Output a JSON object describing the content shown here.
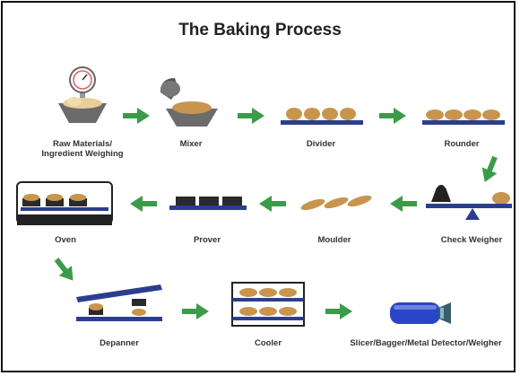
{
  "title": "The Baking Process",
  "steps": [
    {
      "label": "Raw Materials/\nIngredient Weighing",
      "icon": "scale-bowl-icon"
    },
    {
      "label": "Mixer",
      "icon": "mixer-icon"
    },
    {
      "label": "Divider",
      "icon": "divider-icon"
    },
    {
      "label": "Rounder",
      "icon": "rounder-icon"
    },
    {
      "label": "Check Weigher",
      "icon": "check-weigher-icon"
    },
    {
      "label": "Moulder",
      "icon": "moulder-icon"
    },
    {
      "label": "Prover",
      "icon": "prover-icon"
    },
    {
      "label": "Oven",
      "icon": "oven-icon"
    },
    {
      "label": "Depanner",
      "icon": "depanner-icon"
    },
    {
      "label": "Cooler",
      "icon": "cooler-icon"
    },
    {
      "label": "Slicer/Bagger/Metal Detector/Weigher",
      "icon": "bagged-loaf-icon"
    }
  ],
  "colors": {
    "arrow": "#3a9b48",
    "conveyor": "#2b3e8e",
    "dough": "#c8954e",
    "bowl": "#6b6b6b",
    "pan": "#2a2a2a"
  }
}
